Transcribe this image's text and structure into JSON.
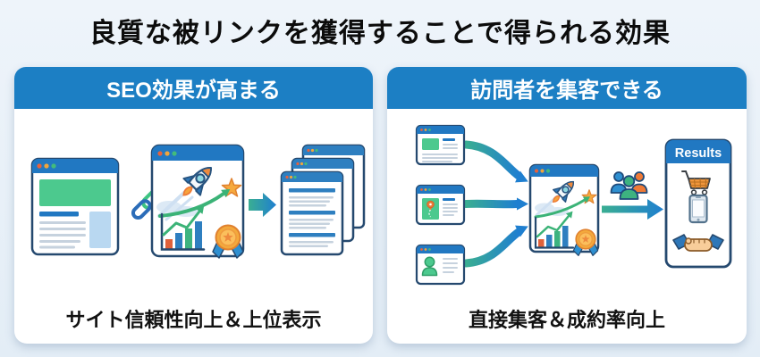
{
  "page": {
    "title": "良質な被リンクを獲得することで得られる効果"
  },
  "colors": {
    "background_top": "#eef4fa",
    "background_bottom": "#e3edf6",
    "panel_bg": "#ffffff",
    "header_blue": "#1c7fc4",
    "browser_bar_blue": "#2178c2",
    "outline_navy": "#25496f",
    "green_block": "#4cc98e",
    "trend_green": "#3bb377",
    "light_blue_block": "#b9d8f1",
    "line_gray": "#c6d2de",
    "orange": "#ee8a3e",
    "red_orange": "#e0613a",
    "gold": "#f3a93c",
    "ribbon_blue": "#2e8fd0",
    "arrow_teal": "#3aae92",
    "arrow_blue": "#1f7fd0",
    "text_black": "#121212",
    "text_white": "#ffffff"
  },
  "left_panel": {
    "header": "SEO効果が高まる",
    "caption": "サイト信頼性向上＆上位表示",
    "icons": [
      "referring-site-window",
      "link-chain-icon",
      "boosted-site-window",
      "rocket-icon",
      "star-icon",
      "growth-chart-icon",
      "medal-icon",
      "right-arrow-icon",
      "search-results-stack"
    ]
  },
  "right_panel": {
    "header": "訪問者を集客できる",
    "caption": "直接集客＆成約率向上",
    "results_label": "Results",
    "icons": [
      "article-site-window",
      "map-site-window",
      "profile-site-window",
      "curved-flow-arrows",
      "boosted-site-window",
      "rocket-icon",
      "visitors-group-icon",
      "right-arrow-icon",
      "results-panel",
      "cart-icon",
      "smartphone-icon",
      "handshake-icon"
    ]
  }
}
